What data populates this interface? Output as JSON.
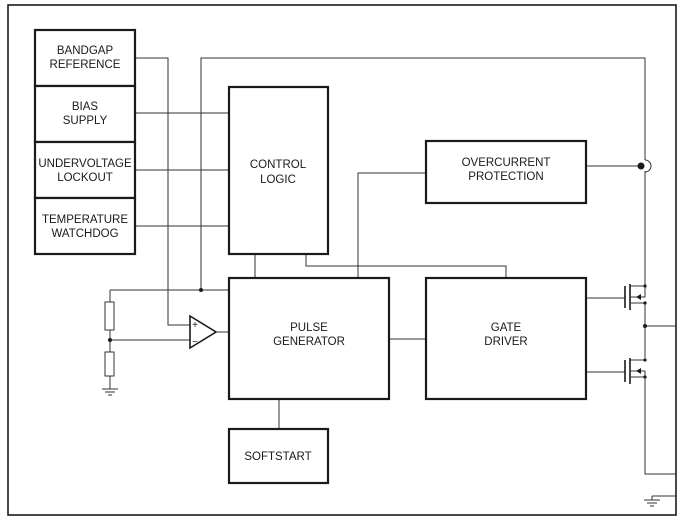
{
  "blocks": {
    "bandgap_reference": [
      "BANDGAP",
      "REFERENCE"
    ],
    "bias_supply": [
      "BIAS",
      "SUPPLY"
    ],
    "undervoltage_lockout": [
      "UNDERVOLTAGE",
      "LOCKOUT"
    ],
    "temperature_watchdog": [
      "TEMPERATURE",
      "WATCHDOG"
    ],
    "control_logic": [
      "CONTROL",
      "LOGIC"
    ],
    "overcurrent_protection": [
      "OVERCURRENT",
      "PROTECTION"
    ],
    "pulse_generator": [
      "PULSE",
      "GENERATOR"
    ],
    "gate_driver": [
      "GATE",
      "DRIVER"
    ],
    "softstart": [
      "SOFTSTART"
    ]
  },
  "comparator": {
    "plus": "+",
    "minus": "−"
  }
}
